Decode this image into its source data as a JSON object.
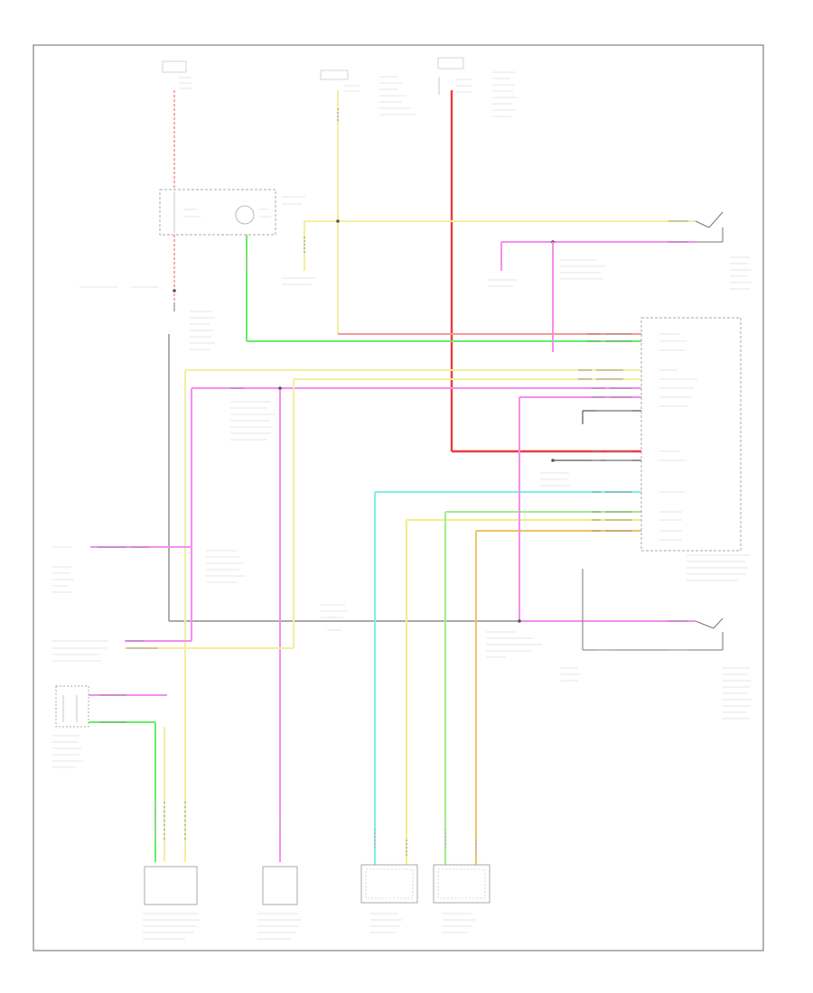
{
  "diagram": {
    "figure_id": "",
    "colors": {
      "border": "#9a9a9a",
      "ground_wire": "#555555",
      "orange_wire": "#f39a9a",
      "tan_wire": "#f4eea0",
      "red_wire": "#ee3b3b",
      "green_wire": "#66ee66",
      "pink_wire": "#f58ef0",
      "light_blue_wire": "#7eeef0",
      "light_green_wire": "#9cf08c",
      "yellow_wire": "#f2ef80",
      "orange_gold_wire": "#f2c06a"
    },
    "components": [
      "fuse-block-left",
      "fuse-block-center",
      "fuse-block-right",
      "cruise-control-module",
      "instrument-cluster",
      "electronic-brake-control-module",
      "vehicle-speed-sensor",
      "stoplamp-switch",
      "steering-wheel-controls",
      "front-left-wheel-speed-sensor",
      "front-right-wheel-speed-sensor",
      "brake-pressure-sensor",
      "data-link-connector",
      "g201-ground"
    ]
  }
}
